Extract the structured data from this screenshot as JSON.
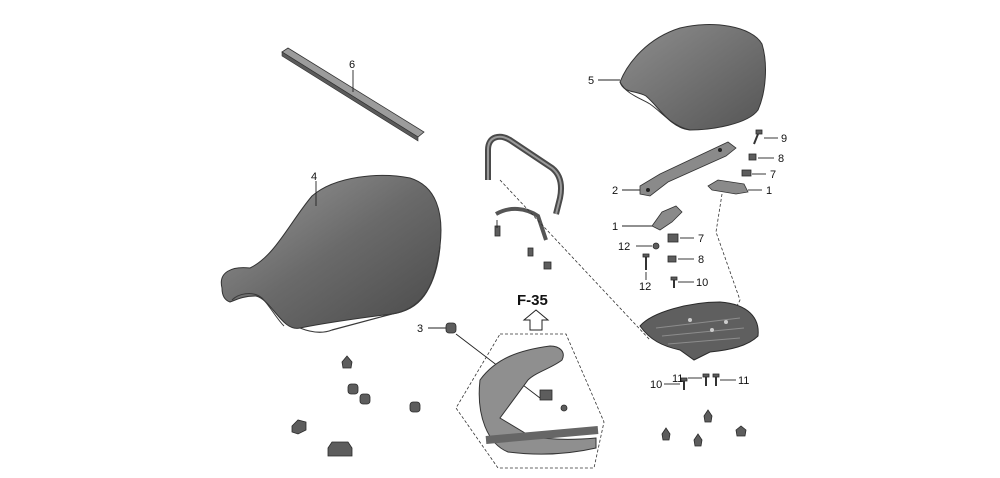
{
  "callouts": {
    "p1a": "1",
    "p1b": "1",
    "p2": "2",
    "p3": "3",
    "p4": "4",
    "p5": "5",
    "p6": "6",
    "p7a": "7",
    "p7b": "7",
    "p8a": "8",
    "p8b": "8",
    "p9": "9",
    "p10a": "10",
    "p10b": "10",
    "p11a": "11",
    "p11b": "11",
    "p12a": "12",
    "p12b": "12"
  },
  "reference": {
    "label": "F-35"
  },
  "colors": {
    "part": "#5d5d5d",
    "line": "#222222",
    "background": "#ffffff"
  }
}
